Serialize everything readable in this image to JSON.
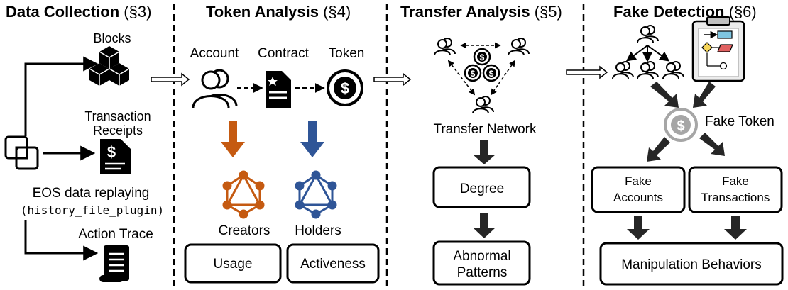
{
  "sections": [
    {
      "title": "Data Collection",
      "ref": "(§3)"
    },
    {
      "title": "Token Analysis",
      "ref": "(§4)"
    },
    {
      "title": "Transfer Analysis",
      "ref": "(§5)"
    },
    {
      "title": "Fake Detection",
      "ref": "(§6)"
    }
  ],
  "collection": {
    "blocks": "Blocks",
    "receipts_line1": "Transaction",
    "receipts_line2": "Receipts",
    "replay_line1": "EOS data replaying",
    "replay_line2": "(history_file_plugin)",
    "trace": "Action Trace"
  },
  "token": {
    "account": "Account",
    "contract": "Contract",
    "token": "Token",
    "creators": "Creators",
    "holders": "Holders",
    "usage": "Usage",
    "activeness": "Activeness"
  },
  "transfer": {
    "network": "Transfer Network",
    "degree": "Degree",
    "abnormal_line1": "Abnormal",
    "abnormal_line2": "Patterns"
  },
  "fake": {
    "fake_token": "Fake Token",
    "accounts_line1": "Fake",
    "accounts_line2": "Accounts",
    "transactions_line1": "Fake",
    "transactions_line2": "Transactions",
    "manipulation": "Manipulation Behaviors"
  },
  "colors": {
    "creators_arrow": "#c55a11",
    "holders_arrow": "#2f5597",
    "arrow_dark": "#262626",
    "fake_token_gray": "#a6a6a6",
    "clipboard_blue": "#7fc5e0",
    "clipboard_red": "#e06060"
  }
}
